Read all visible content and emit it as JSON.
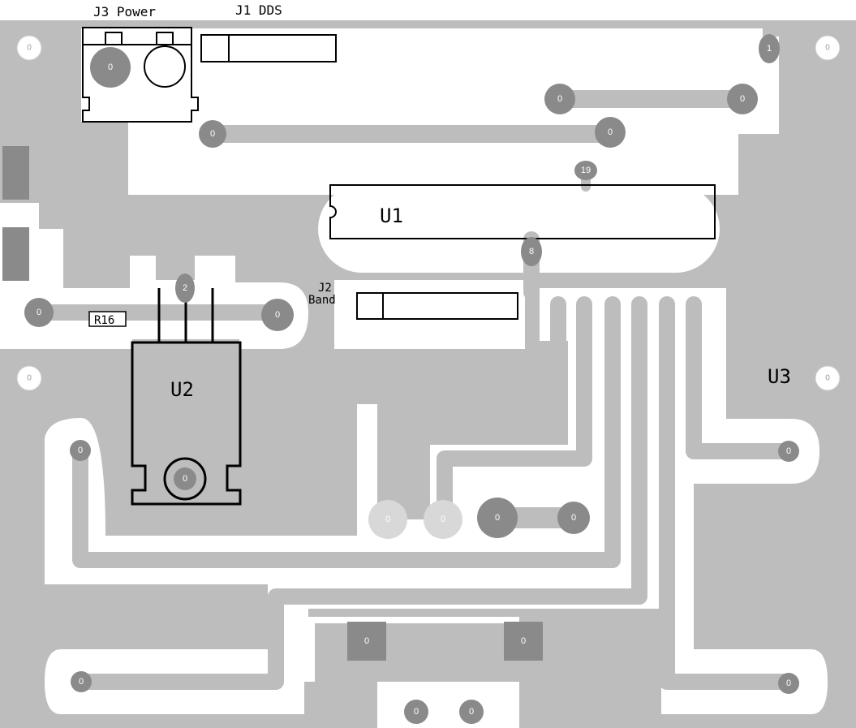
{
  "colors": {
    "copper_fill": "#bdbdbd",
    "trace": "#bdbdbd",
    "pad": "#8a8a8a",
    "pad_light": "#d8d8d8",
    "silkscreen": "#000000",
    "background": "#ffffff",
    "mounting_hole": "#ffffff"
  },
  "labels": {
    "j3": "J3 Power",
    "j1": "J1 DDS",
    "j2_line1": "J2",
    "j2_line2": "Band",
    "u1": "U1",
    "u2": "U2",
    "u3": "U3",
    "r16": "R16"
  },
  "pad_labels": {
    "zero": "0",
    "one": "1",
    "two": "2",
    "eight": "8",
    "nineteen": "19"
  }
}
